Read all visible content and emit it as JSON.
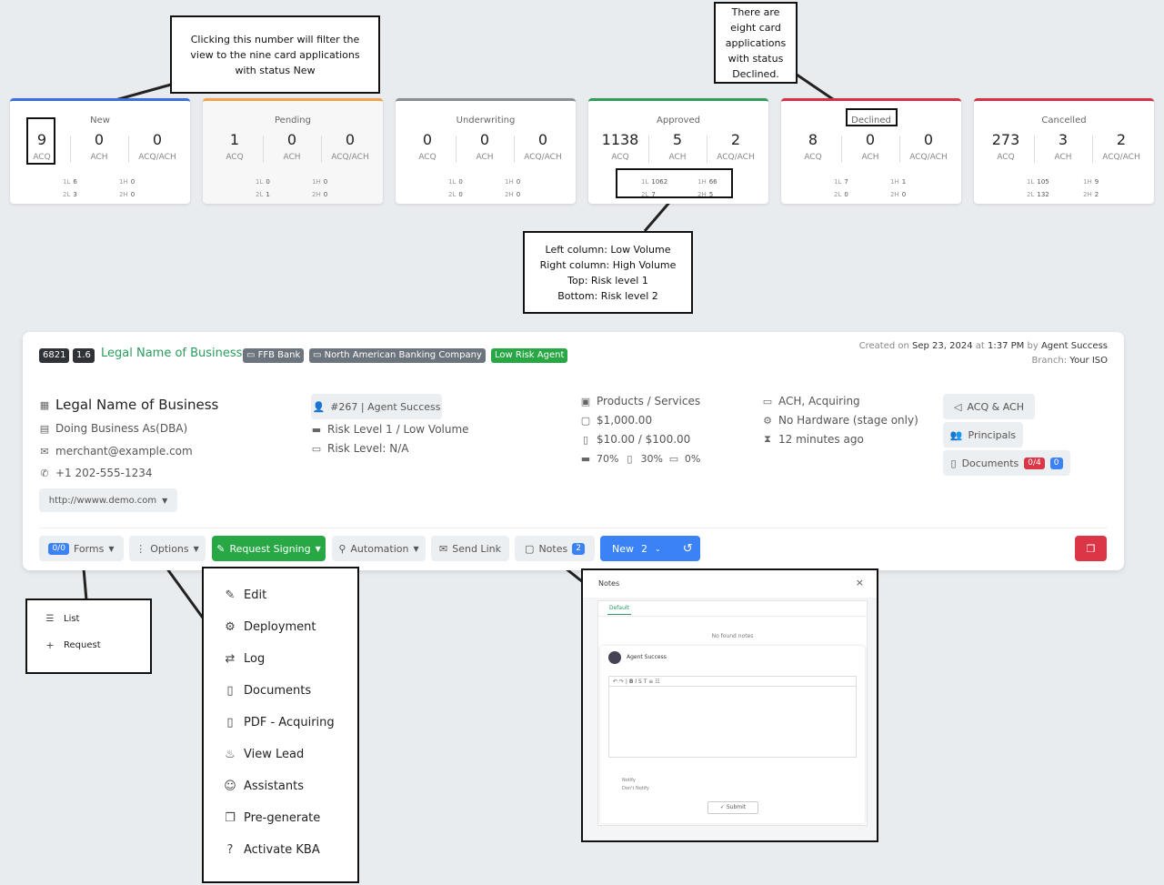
{
  "status_cards": [
    {
      "title": "New",
      "color": "#3b6fe0",
      "muted": false,
      "values": [
        "9",
        "0",
        "0"
      ],
      "labels": [
        "ACQ",
        "ACH",
        "ACQ/ACH"
      ],
      "mini": {
        "l1": "6",
        "l2": "3",
        "r1": "0",
        "r2": "0"
      }
    },
    {
      "title": "Pending",
      "color": "#f0a34a",
      "muted": true,
      "values": [
        "1",
        "0",
        "0"
      ],
      "labels": [
        "ACQ",
        "ACH",
        "ACQ/ACH"
      ],
      "mini": {
        "l1": "0",
        "l2": "1",
        "r1": "0",
        "r2": "0"
      }
    },
    {
      "title": "Underwriting",
      "color": "#8a8f96",
      "muted": false,
      "values": [
        "0",
        "0",
        "0"
      ],
      "labels": [
        "ACQ",
        "ACH",
        "ACQ/ACH"
      ],
      "mini": {
        "l1": "0",
        "l2": "0",
        "r1": "0",
        "r2": "0"
      }
    },
    {
      "title": "Approved",
      "color": "#2e9e58",
      "muted": false,
      "values": [
        "1138",
        "5",
        "2"
      ],
      "labels": [
        "ACQ",
        "ACH",
        "ACQ/ACH"
      ],
      "mini": {
        "l1": "1062",
        "l2": "7",
        "r1": "66",
        "r2": "5"
      }
    },
    {
      "title": "Declined",
      "color": "#d63147",
      "muted": false,
      "values": [
        "8",
        "0",
        "0"
      ],
      "labels": [
        "ACQ",
        "ACH",
        "ACQ/ACH"
      ],
      "mini": {
        "l1": "7",
        "l2": "0",
        "r1": "1",
        "r2": "0"
      }
    },
    {
      "title": "Cancelled",
      "color": "#d63147",
      "muted": false,
      "values": [
        "273",
        "3",
        "2"
      ],
      "labels": [
        "ACQ",
        "ACH",
        "ACQ/ACH"
      ],
      "mini": {
        "l1": "105",
        "l2": "132",
        "r1": "9",
        "r2": "2"
      }
    }
  ],
  "mini_tags": {
    "l1": "1L",
    "l2": "2L",
    "r1": "1H",
    "r2": "2H"
  },
  "annotations": {
    "new_filter": "Clicking this number will filter the view to the nine card applications with status New",
    "declined": "There are eight card applications with status Declined.",
    "legend": [
      "Left column: Low Volume",
      "Right column: High Volume",
      "Top: Risk level 1",
      "Bottom: Risk level 2"
    ]
  },
  "lead": {
    "id": "6821",
    "version": "1.6",
    "title": "Legal Name of Business",
    "bank": "FFB Bank",
    "company": "North American Banking Company",
    "risk_agent": "Low Risk Agent",
    "created_prefix": "Created on",
    "created_date": "Sep 23, 2024",
    "created_at": "at",
    "created_time": "1:37 PM",
    "created_by_prefix": "by",
    "created_by": "Agent Success",
    "branch_label": "Branch:",
    "branch": "Your ISO",
    "legal_name": "Legal Name of Business",
    "dba": "Doing Business As(DBA)",
    "email": "merchant@example.com",
    "phone": "+1 202-555-1234",
    "website": "http://wwww.demo.com",
    "agent": "#267 | Agent Success",
    "risk_level": "Risk Level 1 / Low Volume",
    "risk_level_na": "Risk Level: N/A",
    "products": "Products / Services",
    "volume": "$1,000.00",
    "ticket": "$10.00 / $100.00",
    "card_present": "70%",
    "mobile": "30%",
    "other": "0%",
    "types": "ACH, Acquiring",
    "hardware": "No Hardware (stage only)",
    "time_ago": "12 minutes ago",
    "side_buttons": {
      "acq_ach": "ACQ & ACH",
      "principals": "Principals",
      "documents": "Documents",
      "doc_count_red": "0/4",
      "doc_count_blue": "0"
    }
  },
  "toolbar": {
    "forms_count": "0/0",
    "forms": "Forms",
    "options": "Options",
    "request_signing": "Request Signing",
    "automation": "Automation",
    "send_link": "Send Link",
    "notes": "Notes",
    "notes_count": "2",
    "status": "New",
    "status_count": "2"
  },
  "forms_menu": [
    "List",
    "Request"
  ],
  "options_menu": [
    "Edit",
    "Deployment",
    "Log",
    "Documents",
    "PDF - Acquiring",
    "View Lead",
    "Assistants",
    "Pre-generate",
    "Activate KBA"
  ],
  "notes_modal": {
    "title": "Notes",
    "close": "×",
    "tab": "Default",
    "empty": "No found notes",
    "author": "Agent Success",
    "notify": "Notify",
    "dont_notify": "Don't Notify",
    "submit": "Submit"
  }
}
